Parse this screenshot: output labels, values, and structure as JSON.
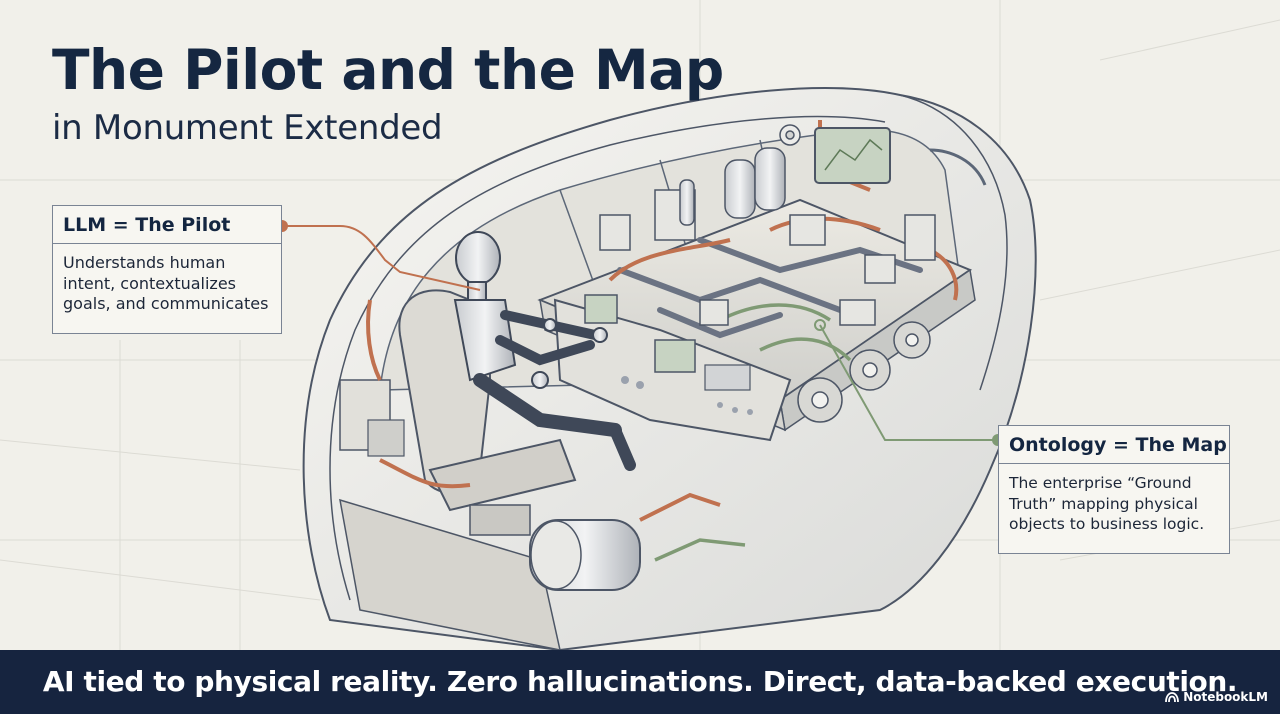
{
  "header": {
    "title": "The Pilot and the Map",
    "subtitle": "in Monument Extended"
  },
  "callouts": {
    "llm": {
      "heading": "LLM = The Pilot",
      "body": "Understands human intent, contextualizes goals, and communicates"
    },
    "ontology": {
      "heading": "Ontology = The Map",
      "body": "The enterprise “Ground Truth” mapping physical objects to business logic."
    }
  },
  "footer": {
    "tagline": "AI tied to physical reality. Zero hallucinations. Direct, data-backed execution.",
    "brand": "NotebookLM"
  },
  "colors": {
    "navy": "#16243f",
    "pipe_copper": "#c0714f",
    "pipe_green": "#7f9a74",
    "line_gray": "#5c6778"
  },
  "icons": [
    "robot-pilot",
    "cockpit-seat",
    "control-console",
    "machinery-map",
    "tank",
    "gear",
    "monitor-screen",
    "notebooklm-logo-icon"
  ]
}
